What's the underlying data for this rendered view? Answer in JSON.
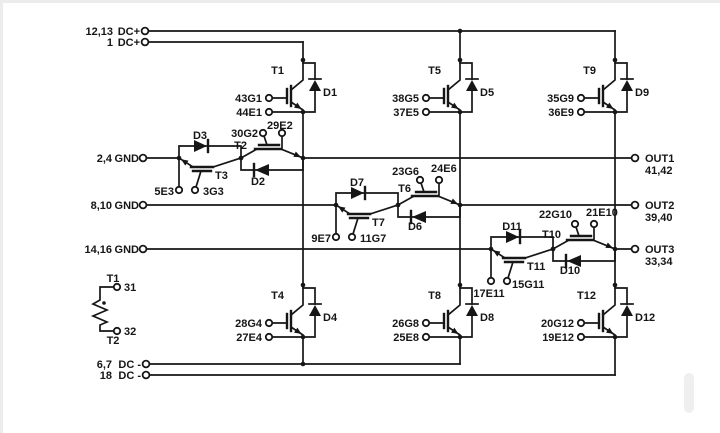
{
  "diagram": {
    "dc_plus": [
      {
        "pins": "12,13",
        "label": "DC+"
      },
      {
        "pins": "1",
        "label": "DC+"
      }
    ],
    "dc_minus": [
      {
        "pins": "6,7",
        "label": "DC -"
      },
      {
        "pins": "18",
        "label": "DC -"
      }
    ],
    "phases": [
      {
        "gnd_pins": "2,4",
        "gnd_label": "GND",
        "out": "OUT1",
        "out_pins": "41,42",
        "top": {
          "t": "T1",
          "d": "D1",
          "g": "43G1",
          "e": "44E1"
        },
        "mid_left": {
          "d": "D3",
          "t": "T3",
          "e": "5E3",
          "g": "3G3"
        },
        "mid_right": {
          "t": "T2",
          "d": "D2",
          "g": "30G2",
          "e": "29E2"
        },
        "bottom": {
          "t": "T4",
          "d": "D4",
          "g": "28G4",
          "e": "27E4"
        }
      },
      {
        "gnd_pins": "8,10",
        "gnd_label": "GND",
        "out": "OUT2",
        "out_pins": "39,40",
        "top": {
          "t": "T5",
          "d": "D5",
          "g": "38G5",
          "e": "37E5"
        },
        "mid_left": {
          "d": "D7",
          "t": "T7",
          "e": "9E7",
          "g": "11G7"
        },
        "mid_right": {
          "t": "T6",
          "d": "D6",
          "g": "23G6",
          "e": "24E6"
        },
        "bottom": {
          "t": "T8",
          "d": "D8",
          "g": "26G8",
          "e": "25E8"
        }
      },
      {
        "gnd_pins": "14,16",
        "gnd_label": "GND",
        "out": "OUT3",
        "out_pins": "33,34",
        "top": {
          "t": "T9",
          "d": "D9",
          "g": "35G9",
          "e": "36E9"
        },
        "mid_left": {
          "d": "D11",
          "t": "T11",
          "e": "17E11",
          "g": "15G11"
        },
        "mid_right": {
          "t": "T10",
          "d": "D10",
          "g": "22G10",
          "e": "21E10"
        },
        "bottom": {
          "t": "T12",
          "d": "D12",
          "g": "20G12",
          "e": "19E12"
        }
      }
    ],
    "thermistor": {
      "top_label": "T1",
      "top_pin": "31",
      "bottom_label": "T2",
      "bottom_pin": "32"
    }
  }
}
